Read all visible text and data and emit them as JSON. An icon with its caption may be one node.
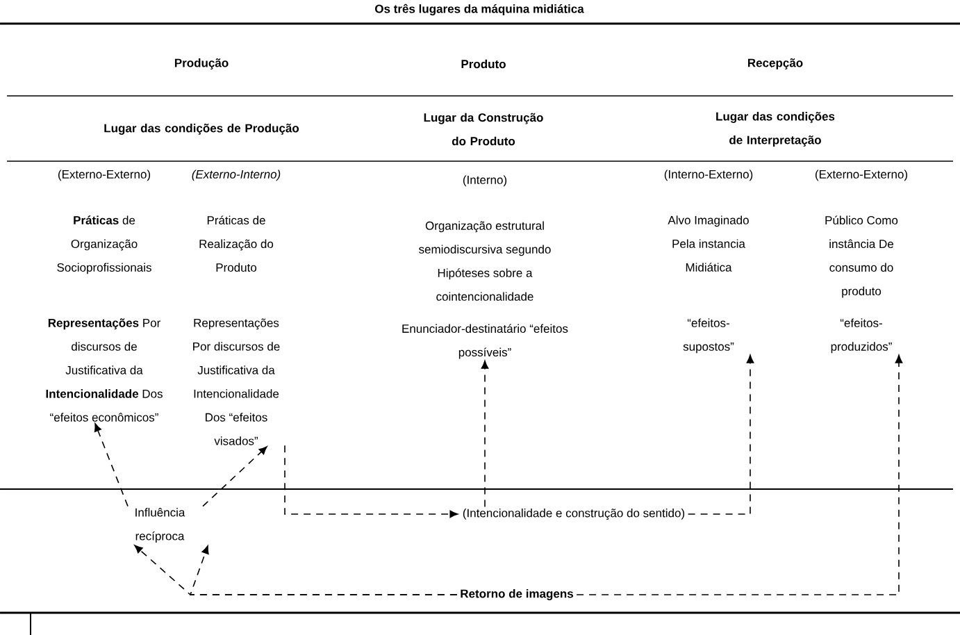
{
  "diagram": {
    "title": "Os três lugares da máquina midiática",
    "nodes": [
      {
        "text": [
          "(Externo-Externo)",
          "**Práticas** de Organização Socioprofissionais",
          "**Representações** Por discursos de Justificativa da **Intencionalidade** Dos “efeitos econômicos”"
        ]
      },
      {
        "text": [
          "(Externo-Interno)",
          "Práticas de Realização do Produto",
          "Representações Por discursos de Justificativa da Intencionalidade Dos “efeitos visados”"
        ]
      },
      {
        "text": [
          "(Interno)",
          "Organização estrutural semiodiscursiva segundo Hipóteses sobre a cointencionalidade",
          "Enunciador-destinatário “efeitos possíveis”"
        ]
      },
      {
        "text": [
          "(Interno-Externo)",
          "Alvo Imaginado Pela instancia Midiática",
          "“efeitos-supostos”"
        ]
      },
      {
        "text": [
          "(Externo-Externo)",
          "Público Como instância De consumo do produto",
          "“efeitos-produzidos”"
        ]
      },
      {
        "text": [
          "Influência recíproca"
        ]
      },
      {
        "text": [
          "(Intencionalidade e construção do sentido)"
        ]
      },
      {
        "text": [
          "Retorno de imagens"
        ]
      }
    ],
    "edges": [
      {
        "from": 5,
        "to": 0,
        "arrow": "to",
        "style": "dashed"
      },
      {
        "from": 5,
        "to": 1,
        "arrow": "to",
        "style": "dashed"
      },
      {
        "from": 7,
        "to": 5,
        "arrow": "to",
        "style": "dashed"
      },
      {
        "from": 7,
        "to": 5,
        "arrow": "to",
        "style": "dashed"
      },
      {
        "from": 7,
        "to": 4,
        "arrow": "to",
        "style": "dashed"
      },
      {
        "from": 1,
        "to": 6,
        "arrow": "to",
        "style": "dashed"
      },
      {
        "from": 6,
        "to": 2,
        "arrow": "to",
        "style": "dashed"
      },
      {
        "from": 6,
        "to": 3,
        "arrow": "to",
        "style": "dashed"
      }
    ],
    "labels": [
      "Produção",
      "Produto",
      "Recepção",
      "Lugar das condições de Produção",
      "Lugar da Construção do Produto",
      "Lugar das condições de Interpretação"
    ]
  }
}
